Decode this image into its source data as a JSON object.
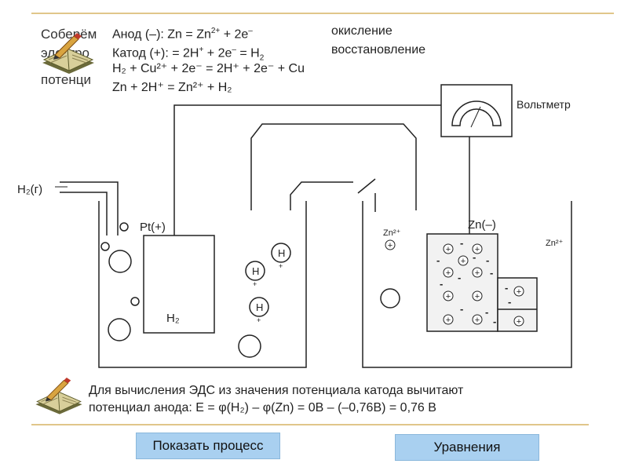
{
  "underlying_title": {
    "line1": "Соберём",
    "line2": "электро",
    "line3": "потенци"
  },
  "equations": {
    "anode_prefix": "Анод (–): Zn = Zn",
    "anode_sup": "2+",
    "anode_suffix": " + 2e",
    "anode_e_sup": "–",
    "anode_label": "окисление",
    "cathode_prefix": "Катод (+): = 2H",
    "cathode_sup": "+",
    "cathode_mid": " + 2e",
    "cathode_e_sup": "–",
    "cathode_eq": " = H",
    "cathode_sub": "2",
    "cathode_label": "восстановление",
    "line3": "H₂ + Cu²⁺ + 2e⁻ = 2H⁺ + 2e⁻ + Cu",
    "line4": "Zn + 2H⁺ = Zn²⁺ + H₂"
  },
  "diagram": {
    "voltmeter_label": "Вольтметр",
    "h2_gas_label": "H₂(г)",
    "pt_label": "Pt(+)",
    "h2_electrode_label": "H₂",
    "zn_label": "Zn(–)",
    "zn_ion_left": "Zn²⁺",
    "zn_ion_right": "Zn²⁺",
    "h_ion": "H",
    "plus": "+",
    "minus": "-"
  },
  "footer_text": {
    "line1": "Для вычисления ЭДС из значения потенциала катода вычитают",
    "line2": "потенциал анода: E = φ(H₂) – φ(Zn) = 0В – (–0,76В) = 0,76 В"
  },
  "buttons": {
    "show_process": "Показать процесс",
    "equations": "Уравнения"
  },
  "colors": {
    "rule": "#e0c68a",
    "button": "#a9d0f0"
  }
}
